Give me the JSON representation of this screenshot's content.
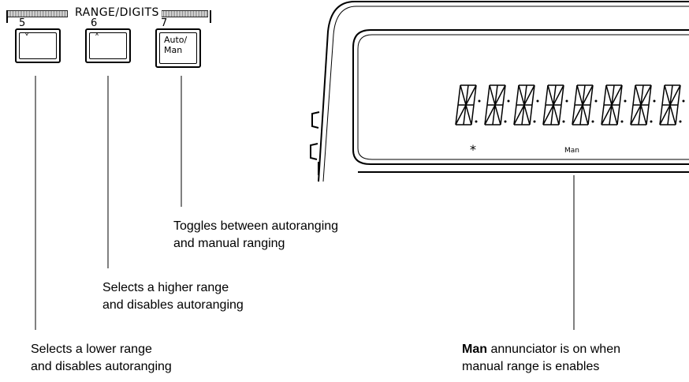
{
  "group": {
    "title": "RANGE/DIGITS"
  },
  "keys": [
    {
      "number": "5",
      "glyph": "˅"
    },
    {
      "number": "6",
      "glyph": "˄"
    },
    {
      "number": "7",
      "glyph_line1": "Auto/",
      "glyph_line2": "Man"
    }
  ],
  "display": {
    "star_annunciator": "*",
    "man_annunciator": "Man"
  },
  "callouts": {
    "auto_man": {
      "line1": "Toggles between autoranging",
      "line2": "and manual ranging"
    },
    "range_up": {
      "line1": "Selects a higher range",
      "line2": "and disables autoranging"
    },
    "range_down": {
      "line1": "Selects a lower range",
      "line2": "and disables autoranging"
    },
    "man_annunciator": {
      "bold": "Man",
      "line1_rest": " annunciator is on when",
      "line2": "manual range is enables"
    }
  }
}
